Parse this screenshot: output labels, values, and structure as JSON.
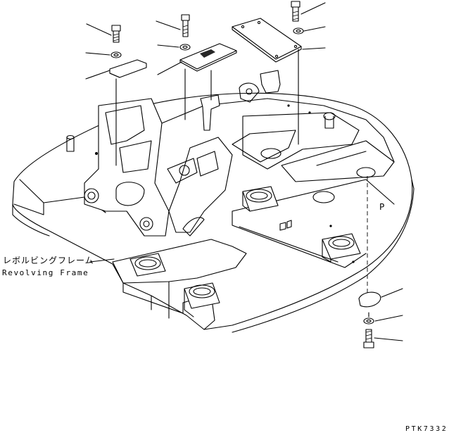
{
  "frame_label": {
    "japanese": "レボルビングフレーム",
    "english": "Revolving Frame"
  },
  "mark": "P",
  "figure_code": "PTK7332",
  "parts": [
    "bolt-top-left",
    "washer-top-left",
    "cover-top-left",
    "bolt-top-center",
    "washer-top-center",
    "plate-top-center",
    "bolt-top-right",
    "washer-top-right",
    "cover-top-right",
    "cover-bottom-right",
    "washer-bottom-right",
    "bolt-bottom-right"
  ]
}
